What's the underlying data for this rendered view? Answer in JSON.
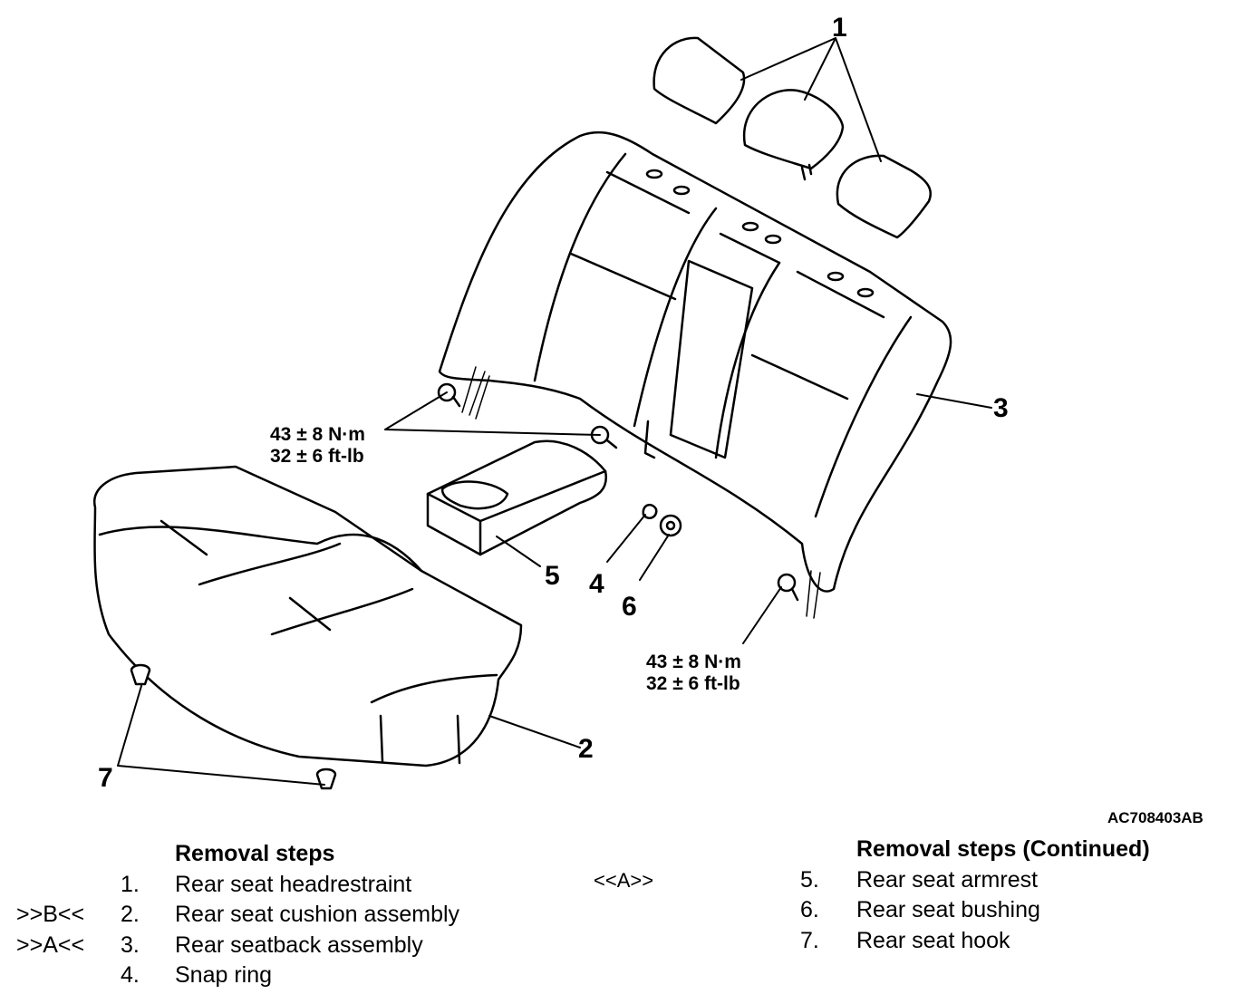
{
  "diagram": {
    "callouts": [
      "1",
      "2",
      "3",
      "4",
      "5",
      "6",
      "7"
    ],
    "torque_top": [
      "43 ± 8 N·m",
      "32 ± 6 ft-lb"
    ],
    "torque_bottom": [
      "43 ± 8 N·m",
      "32 ± 6 ft-lb"
    ],
    "figure_code": "AC708403AB"
  },
  "steps_left": {
    "heading": "Removal steps",
    "items": [
      {
        "mark": "",
        "num": "1.",
        "name": "Rear seat headrestraint"
      },
      {
        "mark": ">>B<<",
        "num": "2.",
        "name": "Rear seat cushion assembly"
      },
      {
        "mark": ">>A<<",
        "num": "3.",
        "name": "Rear seatback assembly"
      },
      {
        "mark": "",
        "num": "4.",
        "name": "Snap ring"
      }
    ]
  },
  "steps_right": {
    "heading": "Removal steps (Continued)",
    "items": [
      {
        "mark": "<<A>>",
        "num": "5.",
        "name": "Rear seat armrest"
      },
      {
        "mark": "",
        "num": "6.",
        "name": "Rear seat bushing"
      },
      {
        "mark": "",
        "num": "7.",
        "name": "Rear seat hook"
      }
    ]
  }
}
